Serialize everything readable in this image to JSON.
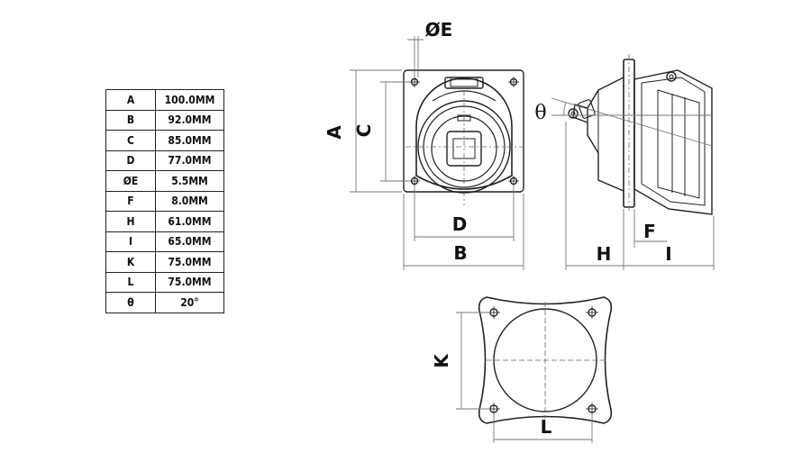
{
  "dimensions_table": [
    {
      "label": "A",
      "value": "100.0MM"
    },
    {
      "label": "B",
      "value": "92.0MM"
    },
    {
      "label": "C",
      "value": "85.0MM"
    },
    {
      "label": "D",
      "value": "77.0MM"
    },
    {
      "label": "ØE",
      "value": "5.5MM"
    },
    {
      "label": "F",
      "value": "8.0MM"
    },
    {
      "label": "H",
      "value": "61.0MM"
    },
    {
      "label": "I",
      "value": "65.0MM"
    },
    {
      "label": "K",
      "value": "75.0MM"
    },
    {
      "label": "L",
      "value": "75.0MM"
    },
    {
      "label": "θ",
      "value": "20°"
    }
  ],
  "drawing_labels": {
    "A": "A",
    "B": "B",
    "C": "C",
    "D": "D",
    "E": "ØE",
    "F": "F",
    "H": "H",
    "I": "I",
    "K": "K",
    "L": "L",
    "theta": "θ"
  }
}
